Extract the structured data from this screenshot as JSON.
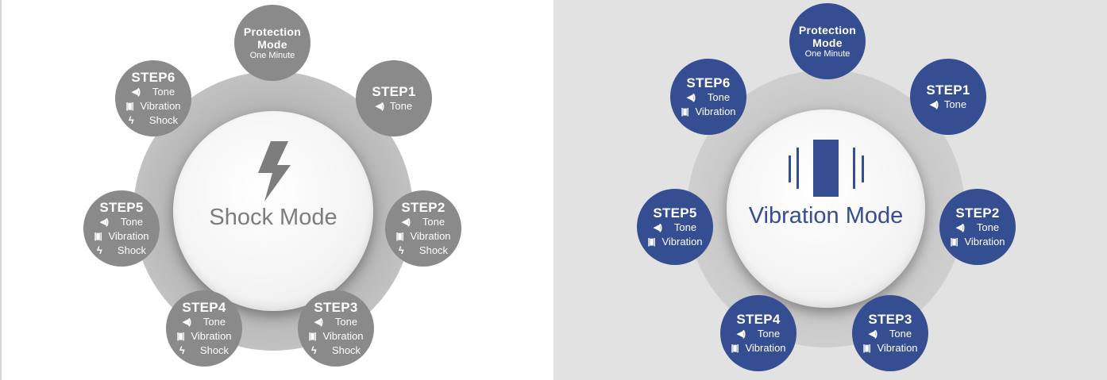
{
  "colors": {
    "shock_node": "#8a8a8a",
    "vibration_node": "#354d91",
    "shock_text": "#7d7d7d",
    "vibration_text": "#354d91"
  },
  "icons": {
    "tone": "speaker-tone-icon",
    "vibration": "vibration-icon",
    "shock": "lightning-bolt-icon"
  },
  "shock_panel": {
    "center_label": "Shock Mode",
    "protection": {
      "title_line1": "Protection",
      "title_line2": "Mode",
      "subtitle": "One Minute"
    },
    "steps": [
      {
        "title": "STEP1",
        "items": [
          "Tone"
        ]
      },
      {
        "title": "STEP2",
        "items": [
          "Tone",
          "Vibration",
          "Shock"
        ]
      },
      {
        "title": "STEP3",
        "items": [
          "Tone",
          "Vibration",
          "Shock"
        ]
      },
      {
        "title": "STEP4",
        "items": [
          "Tone",
          "Vibration",
          "Shock"
        ]
      },
      {
        "title": "STEP5",
        "items": [
          "Tone",
          "Vibration",
          "Shock"
        ]
      },
      {
        "title": "STEP6",
        "items": [
          "Tone",
          "Vibration",
          "Shock"
        ]
      }
    ]
  },
  "vibration_panel": {
    "center_label": "Vibration Mode",
    "protection": {
      "title_line1": "Protection",
      "title_line2": "Mode",
      "subtitle": "One Minute"
    },
    "steps": [
      {
        "title": "STEP1",
        "items": [
          "Tone"
        ]
      },
      {
        "title": "STEP2",
        "items": [
          "Tone",
          "Vibration"
        ]
      },
      {
        "title": "STEP3",
        "items": [
          "Tone",
          "Vibration"
        ]
      },
      {
        "title": "STEP4",
        "items": [
          "Tone",
          "Vibration"
        ]
      },
      {
        "title": "STEP5",
        "items": [
          "Tone",
          "Vibration"
        ]
      },
      {
        "title": "STEP6",
        "items": [
          "Tone",
          "Vibration"
        ]
      }
    ]
  }
}
